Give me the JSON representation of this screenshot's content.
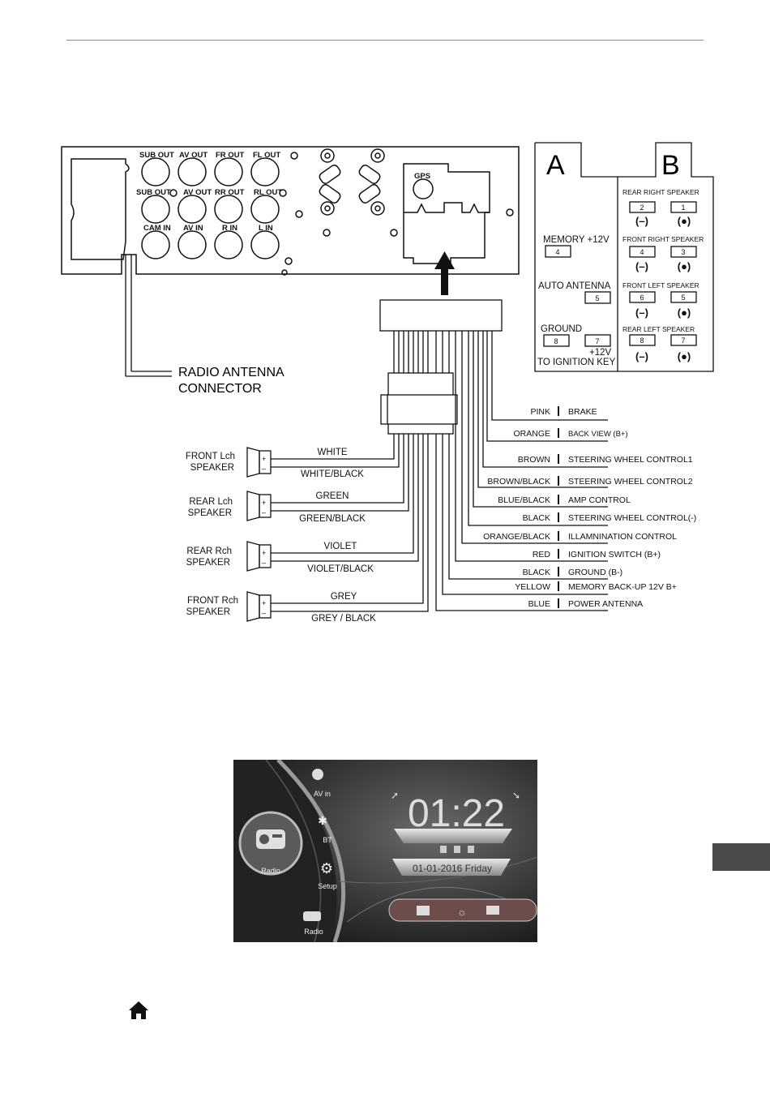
{
  "unit_labels": {
    "sub_out_1": "SUB OUT",
    "av_out_1": "AV OUT",
    "fr_out": "FR OUT",
    "fl_out": "FL OUT",
    "sub_out_2": "SUB OUT",
    "av_out_2": "AV OUT",
    "rr_out": "RR OUT",
    "rl_out": "RL OUT",
    "cam_in": "CAM IN",
    "av_in": "AV IN",
    "r_in": "R IN",
    "l_in": "L IN",
    "gps": "GPS"
  },
  "antenna": {
    "line1": "RADIO ANTENNA",
    "line2": "CONNECTOR"
  },
  "connector_box": {
    "a": "A",
    "b": "B",
    "memory": "MEMORY +12V",
    "memory_pin": "4",
    "auto_antenna": "AUTO ANTENNA",
    "auto_antenna_pin": "5",
    "ground": "GROUND",
    "ground_pin": "8",
    "ign_pin": "7",
    "ign_line1": "+12V",
    "ign_line2": "TO IGNITION KEY",
    "b_groups": [
      {
        "label": "REAR RIGHT SPEAKER",
        "pin_neg": "2",
        "pin_pos": "1"
      },
      {
        "label": "FRONT RIGHT SPEAKER",
        "pin_neg": "4",
        "pin_pos": "3"
      },
      {
        "label": "FRONT LEFT SPEAKER",
        "pin_neg": "6",
        "pin_pos": "5"
      },
      {
        "label": "REAR LEFT SPEAKER",
        "pin_neg": "8",
        "pin_pos": "7"
      }
    ],
    "neg_symbol": "(–)",
    "pos_symbol": "(●)"
  },
  "speakers": [
    {
      "line1": "FRONT Lch",
      "line2": "SPEAKER",
      "wire_pos": "WHITE",
      "wire_neg": "WHITE/BLACK"
    },
    {
      "line1": "REAR Lch",
      "line2": "SPEAKER",
      "wire_pos": "GREEN",
      "wire_neg": "GREEN/BLACK"
    },
    {
      "line1": "REAR Rch",
      "line2": "SPEAKER",
      "wire_pos": "VIOLET",
      "wire_neg": "VIOLET/BLACK"
    },
    {
      "line1": "FRONT Rch",
      "line2": "SPEAKER",
      "wire_pos": "GREY",
      "wire_neg": "GREY / BLACK"
    }
  ],
  "plus": "+",
  "minus": "–",
  "wires": [
    {
      "color": "PINK",
      "function": "BRAKE"
    },
    {
      "color": "ORANGE",
      "function": "BACK VIEW (B+)"
    },
    {
      "color": "BROWN",
      "function": "STEERING WHEEL CONTROL1"
    },
    {
      "color": "BROWN/BLACK",
      "function": "STEERING WHEEL CONTROL2"
    },
    {
      "color": "BLUE/BLACK",
      "function": "AMP  CONTROL"
    },
    {
      "color": "BLACK",
      "function": "STEERING WHEEL CONTROL(-)"
    },
    {
      "color": "ORANGE/BLACK",
      "function": "ILLAMNINATION  CONTROL"
    },
    {
      "color": "RED",
      "function": "IGNITION SWITCH (B+)"
    },
    {
      "color": "BLACK",
      "function": "GROUND  (B-)"
    },
    {
      "color": "YELLOW",
      "function": "MEMORY BACK-UP 12V B+"
    },
    {
      "color": "BLUE",
      "function": "POWER  ANTENNA"
    }
  ],
  "screen": {
    "menu": [
      "AV in",
      "BT",
      "Radio",
      "Setup",
      "Radio"
    ],
    "time": "01:22",
    "date": "01-01-2016 Friday"
  }
}
